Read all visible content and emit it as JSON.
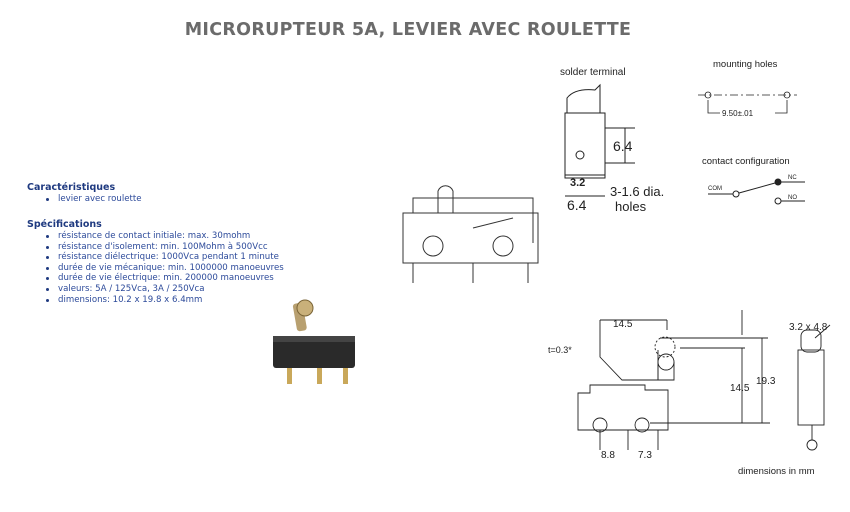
{
  "title": "MICRORUPTEUR 5A, LEVIER AVEC ROULETTE",
  "characteristics": {
    "heading": "Caractéristiques",
    "items": [
      "levier avec roulette"
    ]
  },
  "specifications": {
    "heading": "Spécifications",
    "items": [
      "résistance de contact initiale: max. 30mohm",
      "résistance d'isolement: min. 100Mohm à 500Vcc",
      "résistance diélectrique: 1000Vca pendant 1 minute",
      "durée de vie mécanique: min. 1000000 manoeuvres",
      "durée de vie électrique: min. 200000 manoeuvres",
      "valeurs: 5A / 125Vca, 3A / 250Vca",
      "dimensions: 10.2 x 19.8 x 6.4mm"
    ]
  },
  "diagrams": {
    "solder": {
      "title": "solder terminal",
      "dim_h": "6.4",
      "dim_inner": "3.2",
      "dim_w": "6.4",
      "holes1": "3-1.6  dia.",
      "holes2": "holes"
    },
    "mounting": {
      "title": "mounting holes",
      "dim": "9.50±.01"
    },
    "contact": {
      "title": "contact configuration",
      "com": "COM",
      "nc": "NC",
      "no": "NO"
    },
    "side": {
      "d1": "14.5",
      "t": "t=0.3*",
      "d2": "14.5",
      "d3": "19.3",
      "d4": "8.8",
      "d5": "7.3",
      "roller": "3.2 x 4.8",
      "units": "dimensions in mm"
    }
  }
}
